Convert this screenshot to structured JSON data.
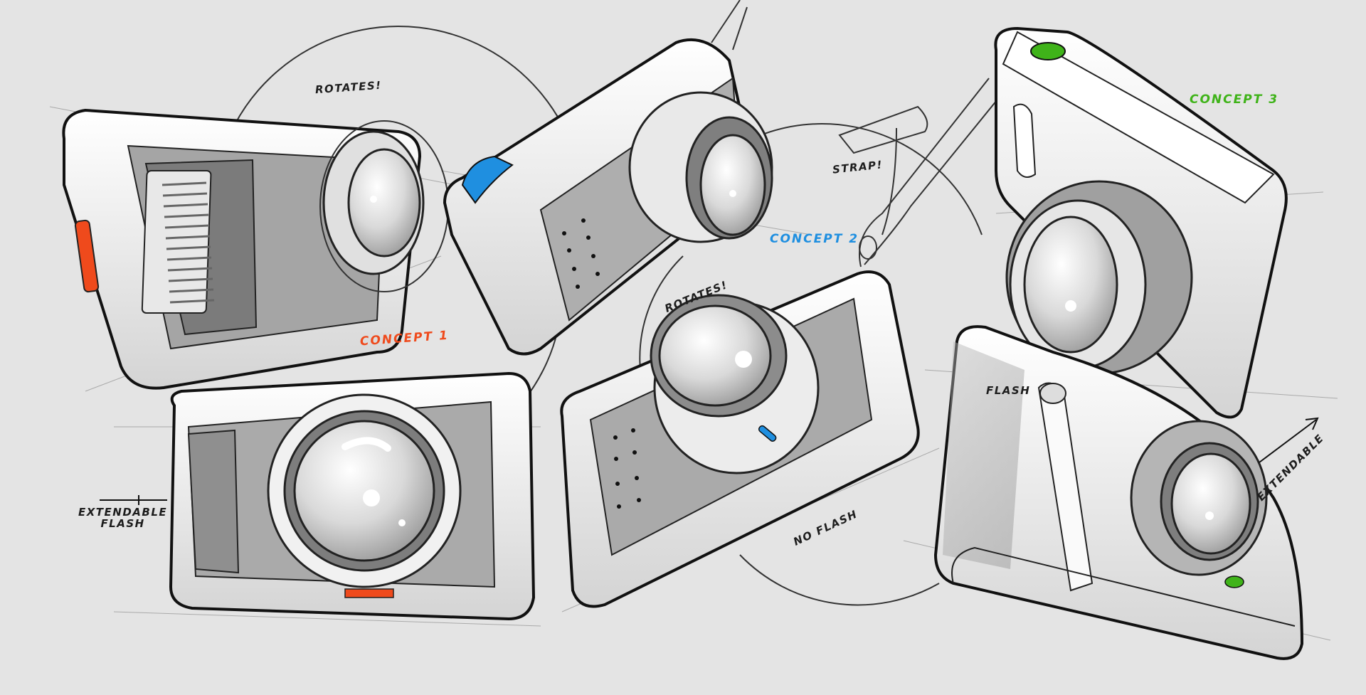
{
  "annotations": {
    "rotates_1": "ROTATES!",
    "concept_1": "CONCEPT 1",
    "extendable_flash_line1": "EXTENDABLE",
    "extendable_flash_line2": "FLASH",
    "rotates_2": "ROTATES!",
    "concept_2": "CONCEPT 2",
    "strap": "STRAP!",
    "no_flash": "NO FLASH",
    "concept_3": "CONCEPT 3",
    "flash": "FLASH",
    "extendable": "EXTENDABLE"
  },
  "colors": {
    "background": "#e4e4e4",
    "line": "#1c1c1c",
    "concept_1_accent": "#ef4a1c",
    "concept_2_accent": "#1f8fe0",
    "concept_3_accent": "#3fb319"
  },
  "icons": [
    "camera-sketch",
    "lens",
    "strap",
    "arrow"
  ]
}
